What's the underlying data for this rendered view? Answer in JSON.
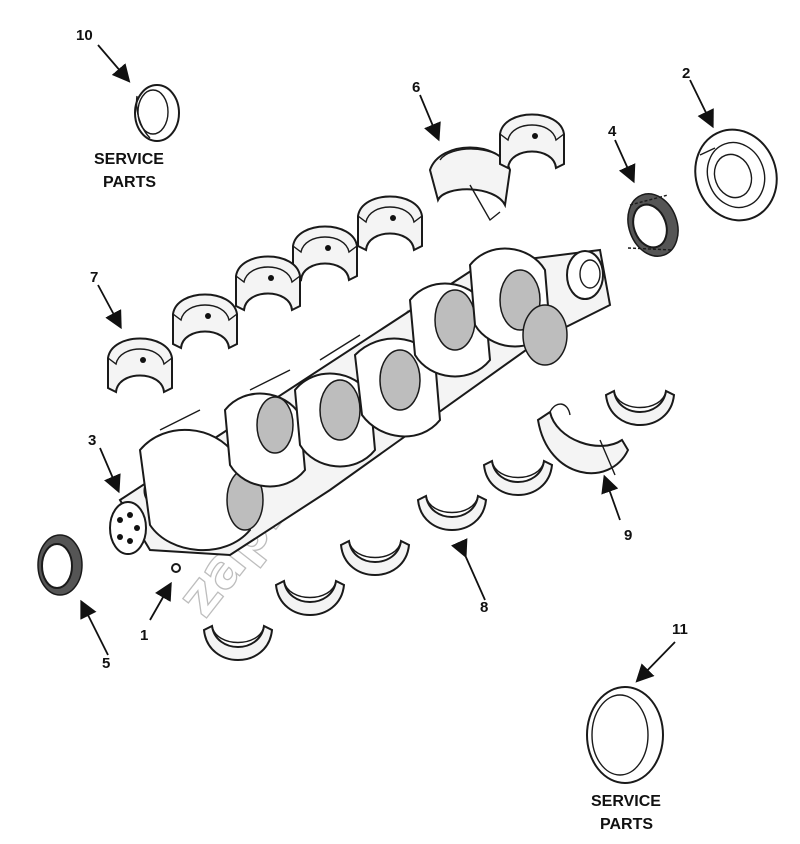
{
  "callouts": {
    "c1": "1",
    "c2": "2",
    "c3": "3",
    "c4": "4",
    "c5": "5",
    "c6": "6",
    "c7": "7",
    "c8": "8",
    "c9": "9",
    "c10": "10",
    "c11": "11"
  },
  "service_parts_top": {
    "line1": "SERVICE",
    "line2": "PARTS"
  },
  "service_parts_bottom": {
    "line1": "SERVICE",
    "line2": "PARTS"
  },
  "watermark": "zapkniga.ru"
}
